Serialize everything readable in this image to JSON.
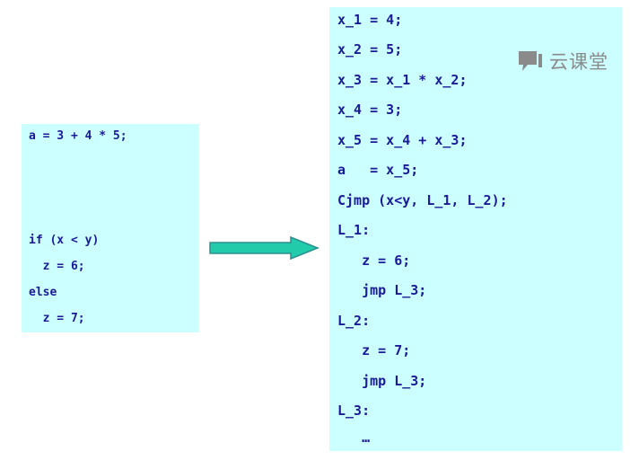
{
  "source_code": [
    "a = 3 + 4 * 5;",
    "",
    "",
    "",
    "if (x < y)",
    "  z = 6;",
    "else",
    "  z = 7;"
  ],
  "target_code": [
    "x_1 = 4;",
    "x_2 = 5;",
    "x_3 = x_1 * x_2;",
    "x_4 = 3;",
    "x_5 = x_4 + x_3;",
    "a   = x_5;",
    "Cjmp (x<y, L_1, L_2);",
    "L_1:",
    "   z = 6;",
    "   jmp L_3;",
    "L_2:",
    "   z = 7;",
    "   jmp L_3;",
    "L_3:",
    "   …"
  ],
  "watermark": {
    "text": "云课堂",
    "icon": "cloud-classroom-logo-icon"
  },
  "colors": {
    "panel_bg": "#ccffff",
    "code_text": "#1a1a99",
    "arrow_fill": "#22ccaa",
    "arrow_stroke": "#2a8f8f",
    "watermark": "#8a8a8a"
  }
}
